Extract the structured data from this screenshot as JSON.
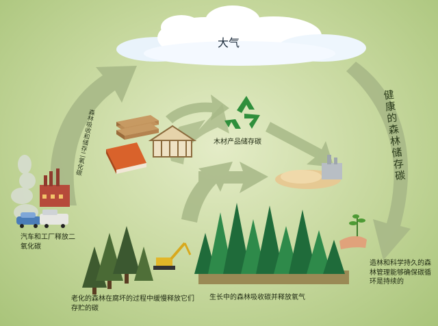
{
  "diagram": {
    "atmosphere_label": "大气",
    "healthy_forest_storage": "健康的森林储存碳",
    "absorb_arrow_text": "森林吸收和储存二氧化碳",
    "wood_products_storage": "木材产品储存碳",
    "emissions_label": "汽车和工厂释放二氧化碳",
    "aging_forest_label": "老化的森林在腐坏的过程中缓慢释放它们存贮的碳",
    "growing_forest_label": "生长中的森林吸收碳并释放氧气",
    "sustainable_label": "造林和科学持久的森林管理能够确保碳循环是持续的"
  },
  "colors": {
    "background": "#c8d9a0",
    "arrow": "#a8b98a",
    "sky": "#ffffff",
    "recycle_icon": "#2f8f3c",
    "tree_dark": "#1f6b3a",
    "tree_light": "#2e8a4a"
  },
  "icons": [
    "cloud-icon",
    "recycle-icon",
    "lumber-icon",
    "book-icon",
    "house-frame-icon",
    "factory-icon",
    "car-icon",
    "sawmill-icon",
    "seedling-hand-icon",
    "excavator-icon",
    "tree-icon"
  ]
}
